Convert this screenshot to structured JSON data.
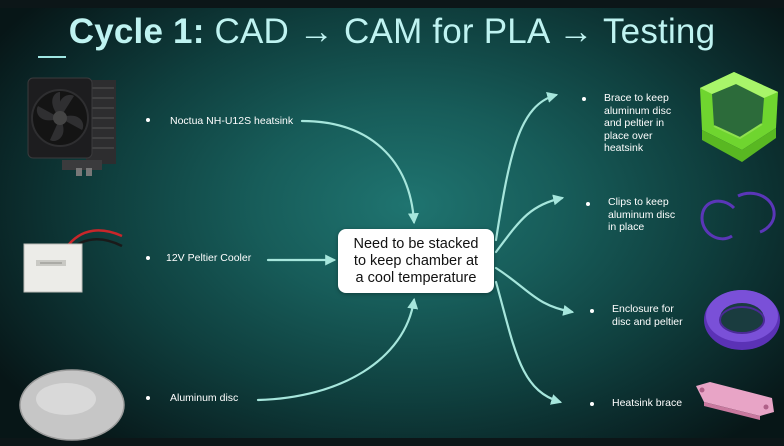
{
  "title": {
    "bold": "Cycle 1:",
    "rest": " CAD → CAM for PLA → Testing"
  },
  "inputs": [
    {
      "label": "Noctua NH-U12S heatsink",
      "icon": "heatsink-photo"
    },
    {
      "label": "12V Peltier Cooler",
      "icon": "peltier-photo"
    },
    {
      "label": "Aluminum disc",
      "icon": "aluminum-disc-photo"
    }
  ],
  "center": {
    "text": "Need to be stacked to keep chamber at a cool temperature"
  },
  "outputs": [
    {
      "label": "Brace to keep aluminum disc and peltier in place over heatsink",
      "icon": "green-brace-render"
    },
    {
      "label": "Clips to keep aluminum disc in place",
      "icon": "purple-clips-render"
    },
    {
      "label": "Enclosure for disc and peltier",
      "icon": "purple-ring-render"
    },
    {
      "label": "Heatsink brace",
      "icon": "pink-bracket-render"
    }
  ],
  "colors": {
    "title_text": "#bff3f1",
    "arrow": "#a6e6dc",
    "background_center": "#1f7470",
    "background_edge": "#071617",
    "green_part": "#7ee63a",
    "purple_part": "#6a42c8",
    "pink_part": "#e9a3c6"
  }
}
